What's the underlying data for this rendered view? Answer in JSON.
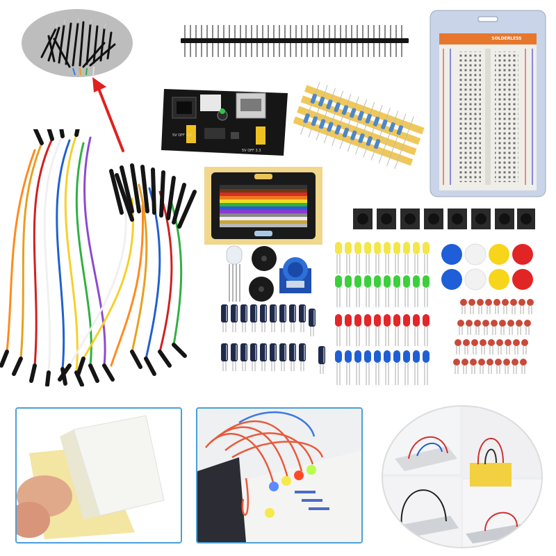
{
  "product": {
    "components": [
      "zoom-jumper-wires",
      "male-pin-header-strip",
      "breadboard-power-supply-module",
      "resistor-pack",
      "solderless-breadboard",
      "resistor-color-code-card",
      "tactile-push-buttons",
      "rgb-led",
      "buzzers",
      "potentiometer",
      "electrolytic-capacitors",
      "leds-yellow-green-red-blue",
      "button-caps",
      "ceramic-capacitors",
      "jumper-wire-bundle"
    ],
    "insets": [
      "adhesive-backing-detail",
      "led-circuit-demo",
      "breadboard-wiring-demo"
    ]
  },
  "breadboard": {
    "label": "SOLDERLESS"
  },
  "colors": {
    "inset_border": "#4a9fd8",
    "arrow": "#e02020",
    "led_yellow": "#f2e64a",
    "led_green": "#3ccf3c",
    "led_red": "#e3262a",
    "led_blue": "#1f5fd6",
    "cap_blue": "#1e5ed8",
    "cap_white": "#f2f2f2",
    "cap_yellow": "#f6d51a",
    "cap_red": "#e12525",
    "ceramic": "#c84a3a",
    "electrolytic": "#1f2a4a",
    "power_module": "#1a1a1a",
    "breadboard_card": "#c9d4e8"
  }
}
